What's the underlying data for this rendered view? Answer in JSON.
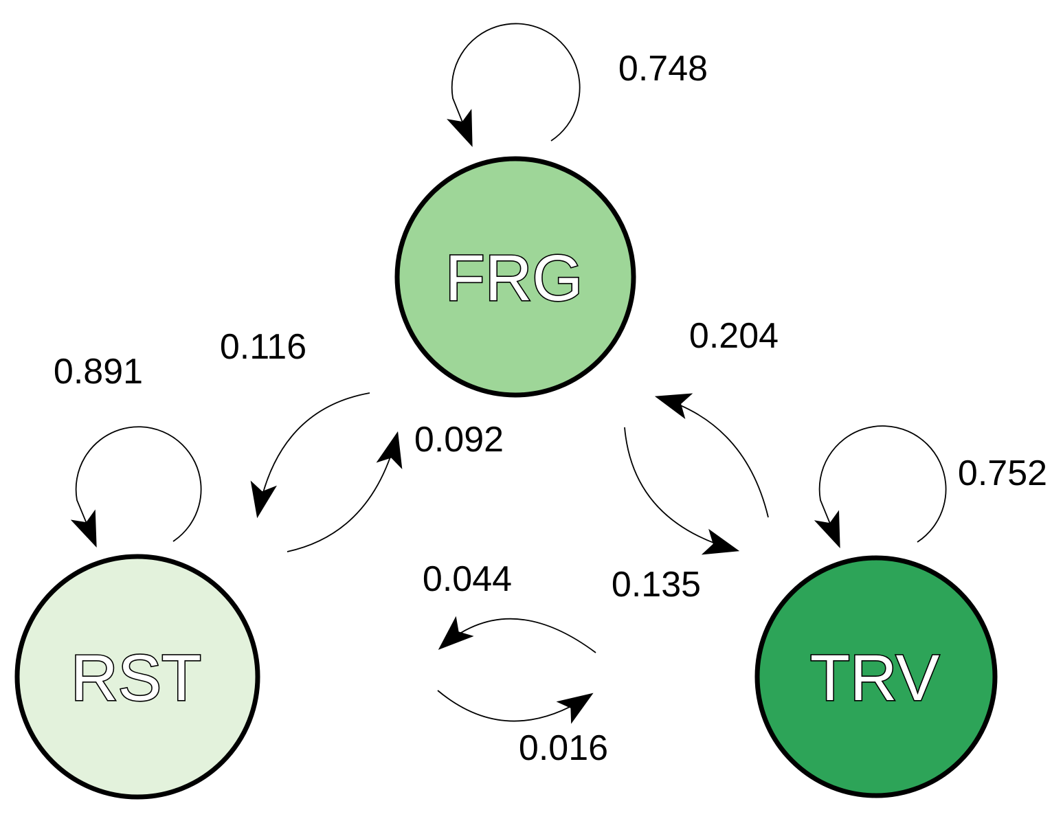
{
  "diagram": {
    "type": "markov-state-transition-diagram",
    "background": "#ffffff",
    "line_color": "#000000",
    "nodes": [
      {
        "id": "FRG",
        "label": "FRG",
        "fill": "#9ed698"
      },
      {
        "id": "RST",
        "label": "RST",
        "fill": "#e3f2dc"
      },
      {
        "id": "TRV",
        "label": "TRV",
        "fill": "#2da458"
      }
    ],
    "edges": [
      {
        "from": "FRG",
        "to": "FRG",
        "probability": "0.748"
      },
      {
        "from": "RST",
        "to": "RST",
        "probability": "0.891"
      },
      {
        "from": "TRV",
        "to": "TRV",
        "probability": "0.752"
      },
      {
        "from": "FRG",
        "to": "RST",
        "probability": "0.116"
      },
      {
        "from": "RST",
        "to": "FRG",
        "probability": "0.092"
      },
      {
        "from": "FRG",
        "to": "TRV",
        "probability": "0.135"
      },
      {
        "from": "TRV",
        "to": "FRG",
        "probability": "0.204"
      },
      {
        "from": "RST",
        "to": "TRV",
        "probability": "0.016"
      },
      {
        "from": "TRV",
        "to": "RST",
        "probability": "0.044"
      }
    ]
  }
}
